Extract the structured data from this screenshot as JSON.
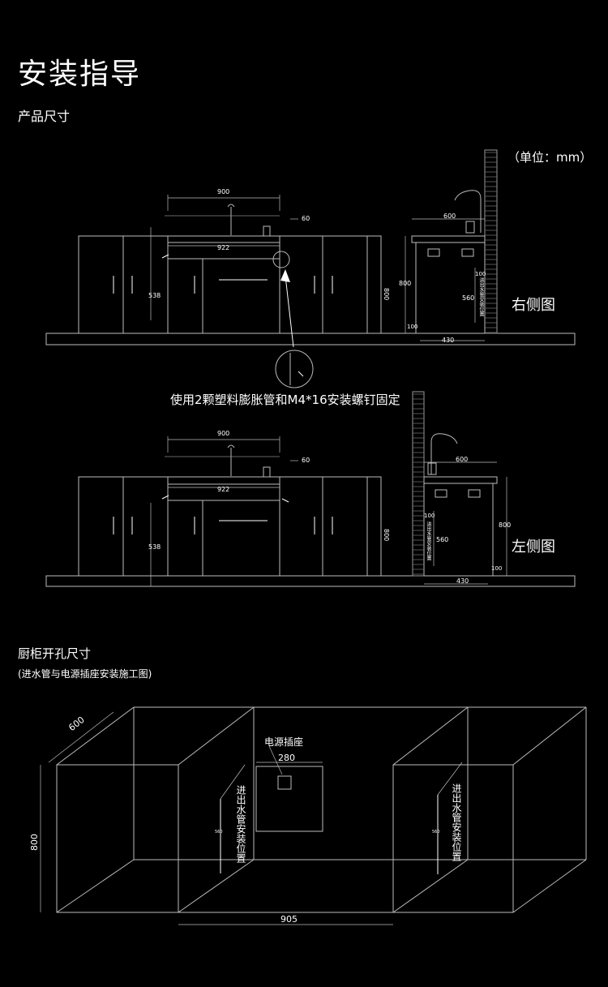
{
  "header": {
    "title": "安装指导",
    "section1": "产品尺寸"
  },
  "unit_note": "（单位：mm）",
  "right_view": {
    "label": "右侧图",
    "front_dims": {
      "width_top": "900",
      "offset": "60",
      "width_counter": "922",
      "height_hole": "538",
      "height_total": "800"
    },
    "side_dims": {
      "depth": "600",
      "height": "800",
      "pipe_top": "100",
      "pipe_height": "560",
      "bottom": "100",
      "base": "430",
      "pipe_label": "进出水管安装位置"
    }
  },
  "install_note": "使用2颗塑料膨胀管和M4*16安装螺钉固定",
  "left_view": {
    "label": "左侧图",
    "front_dims": {
      "width_top": "900",
      "offset": "60",
      "width_counter": "922",
      "height_hole": "538",
      "height_total": "800"
    },
    "side_dims": {
      "depth": "600",
      "height": "800",
      "pipe_top": "100",
      "pipe_height": "560",
      "bottom": "100",
      "base": "430",
      "pipe_label": "进出水管安装位置"
    }
  },
  "section2": {
    "title": "厨柜开孔尺寸",
    "subtitle": "(进水管与电源插座安装施工图)"
  },
  "cabinet_dims": {
    "depth": "600",
    "height": "800",
    "width": "905",
    "socket_label": "电源插座",
    "socket_width": "280",
    "pipe_label_left": "进出水管安装位置",
    "pipe_label_right": "进出水管安装位置",
    "pipe_height_left": "560",
    "pipe_height_right": "560"
  }
}
